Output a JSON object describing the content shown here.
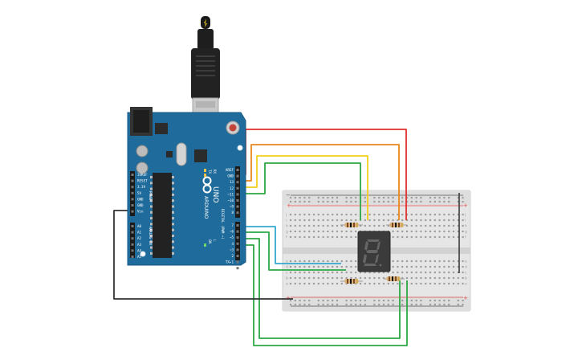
{
  "canvas": {
    "background": "#ffffff"
  },
  "arduino": {
    "model": "UNO",
    "brand": "ARDUINO",
    "power_label": "POWER",
    "analog_label": "ANALOG IN",
    "digital_label": "DIGITAL (PWM ~)",
    "tx_label": "TX",
    "rx_label": "RX",
    "on_label": "ON",
    "l_label": "L",
    "power_pins": [
      "IOREF",
      "RESET",
      "3.3V",
      "5V",
      "GND",
      "GND",
      "Vin"
    ],
    "analog_pins": [
      "A0",
      "A1",
      "A2",
      "A3",
      "A4",
      "A5"
    ],
    "digital_top": [
      "AREF",
      "GND",
      "13",
      "12",
      "~11",
      "~10",
      "~9",
      "8"
    ],
    "digital_bottom": [
      "7",
      "~6",
      "~5",
      "4",
      "~3",
      "2",
      "TX▸1",
      "RX◂0"
    ],
    "board_color": "#1f6c9c"
  },
  "breadboard": {
    "rail_plus": "+",
    "rail_minus": "−",
    "row_letters_top": [
      "j",
      "i",
      "h",
      "g",
      "f"
    ],
    "row_letters_bottom": [
      "e",
      "d",
      "c",
      "b",
      "a"
    ],
    "body_color": "#e8e8e8"
  },
  "display": {
    "type": "7-segment",
    "digit": "8"
  },
  "wire_colors": {
    "red": "#e0302a",
    "orange": "#e8881c",
    "yellow": "#f3cf1c",
    "green": "#2ea844",
    "cyan": "#35a9cf",
    "black": "#333333"
  },
  "resistor_count": 4
}
